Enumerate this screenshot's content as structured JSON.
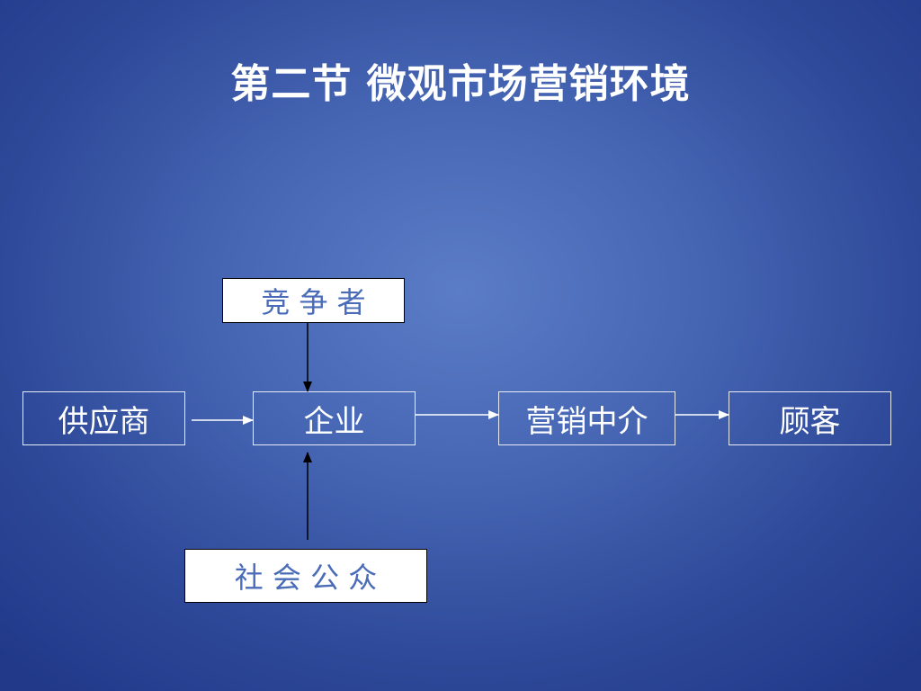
{
  "title": "第二节  微观市场营销环境",
  "nodes": {
    "competitor": "竞  争  者",
    "supplier": "供应商",
    "enterprise": "企业",
    "intermediary": "营销中介",
    "customer": "顾客",
    "public": "社 会 公 众"
  },
  "colors": {
    "box_text_blue": "#4a6bb8",
    "white": "#ffffff"
  }
}
